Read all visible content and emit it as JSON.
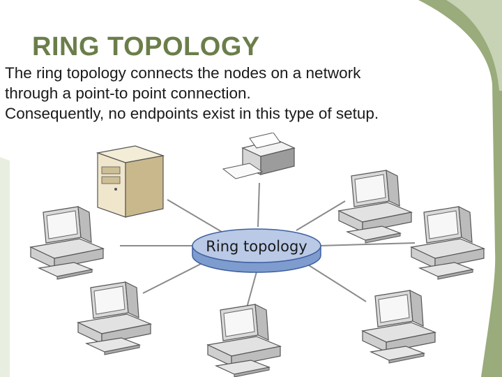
{
  "slide": {
    "title": "RING TOPOLOGY",
    "body_lines": [
      "The ring topology connects the nodes on a network",
      "through a point-to point connection.",
      "Consequently, no endpoints exist in this type of setup."
    ]
  },
  "diagram": {
    "hub_label": "Ring topology",
    "devices": [
      {
        "type": "server",
        "icon": "server-tower-icon"
      },
      {
        "type": "printer",
        "icon": "printer-icon"
      },
      {
        "type": "workstation",
        "icon": "desktop-computer-icon"
      },
      {
        "type": "workstation",
        "icon": "desktop-computer-icon"
      },
      {
        "type": "workstation",
        "icon": "desktop-computer-icon"
      },
      {
        "type": "workstation",
        "icon": "desktop-computer-icon"
      },
      {
        "type": "workstation",
        "icon": "desktop-computer-icon"
      },
      {
        "type": "workstation",
        "icon": "desktop-computer-icon"
      }
    ]
  },
  "colors": {
    "title": "#6b7e4a",
    "accent_green": "#9aab7c",
    "hub_fill": "#b9c9e6",
    "hub_stroke": "#3d5f9e",
    "connector": "#8a8a8a"
  }
}
